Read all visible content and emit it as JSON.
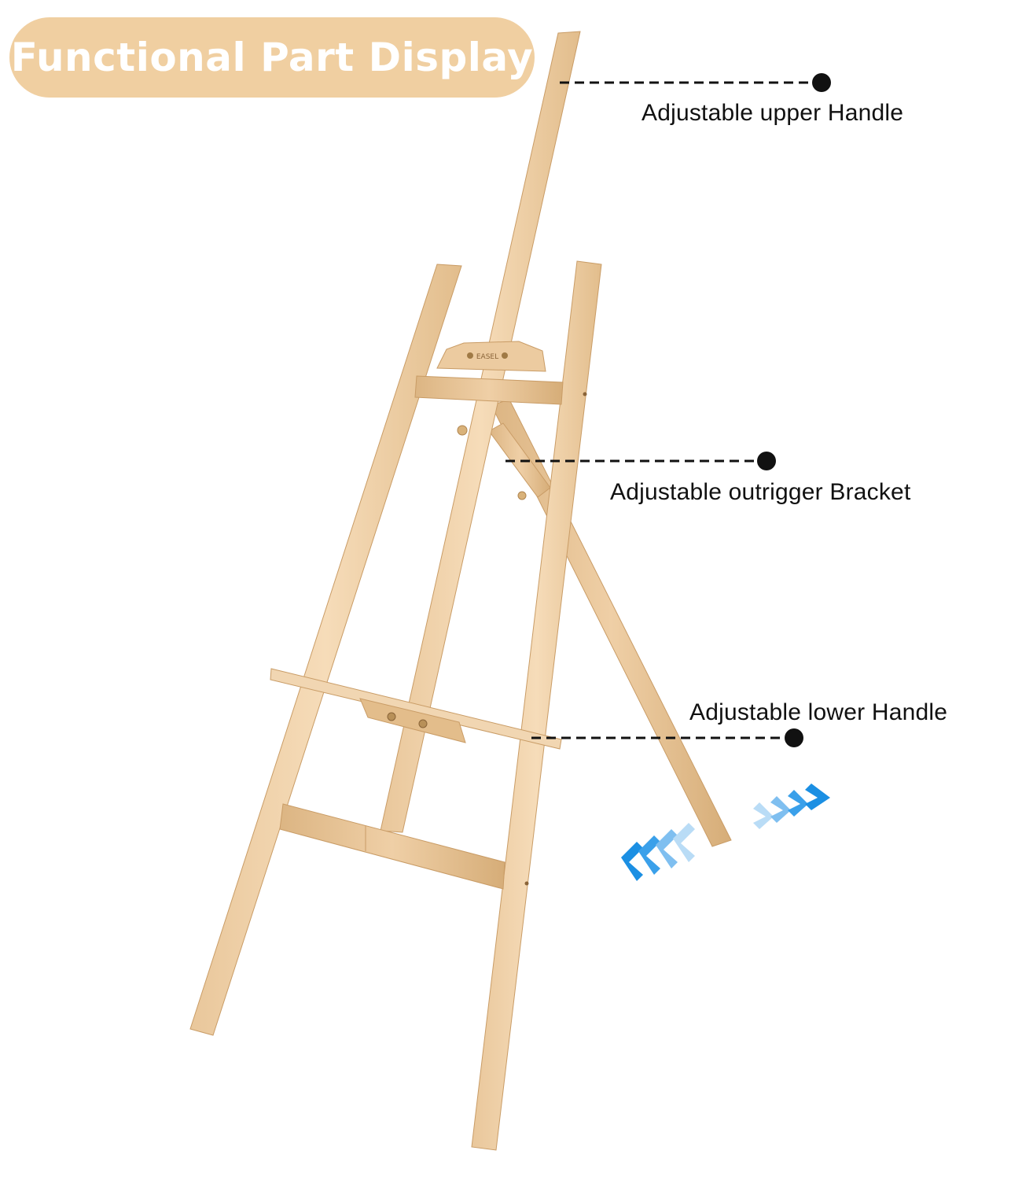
{
  "header": {
    "title": "Functional Part Display",
    "pill_color": "#f0cfa1",
    "text_color": "#ffffff"
  },
  "callouts": [
    {
      "label": "Adjustable upper Handle"
    },
    {
      "label": "Adjustable outrigger Bracket"
    },
    {
      "label": "Adjustable lower Handle"
    }
  ],
  "product": {
    "name": "wooden-easel",
    "wood_color": "#f0d3ae",
    "wood_shade": "#ddb887",
    "logo_mark": "EASEL"
  },
  "indicators": {
    "fold_arrows": "left-right-chevrons",
    "arrow_color": "#1b8fe3"
  }
}
